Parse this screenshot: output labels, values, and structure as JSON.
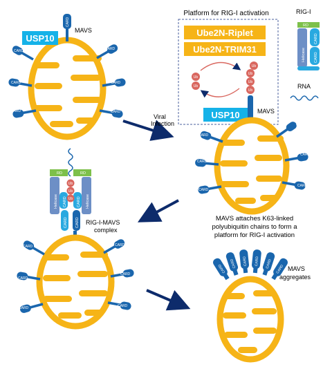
{
  "labels": {
    "mavs": "MAVS",
    "usp10": "USP10",
    "card": "CARD",
    "viral_infection_1": "Viral",
    "viral_infection_2": "Infection",
    "platform_title": "Platform for RIG-I activation",
    "ube2n_riplet": "Ube2N-Riplet",
    "ube2n_trim31": "Ube2N-TRIM31",
    "ub": "Ub",
    "rig_i": "RIG-I",
    "rna": "RNA",
    "rd": "RD",
    "helicase": "Helicase",
    "rig_mavs_1": "RIG-I-MAVS",
    "rig_mavs_2": "complex",
    "attach_1": "MAVS attaches K63-linked",
    "attach_2": "polyubiquitin chains to form a",
    "attach_3": "platform for RIG-I activation",
    "aggregates_1": "MAVS",
    "aggregates_2": "aggregates"
  },
  "colors": {
    "mito_outer": "#f6b417",
    "mito_inner": "#ffffff",
    "card": "#1a66ad",
    "usp10": "#15b2e8",
    "ube_box": "#f6b417",
    "ub": "#d9675f",
    "rd": "#7dc04a",
    "helicase": "#6d8fc6",
    "rig_card": "#29a9e0",
    "arrow": "#0d2b6b"
  }
}
